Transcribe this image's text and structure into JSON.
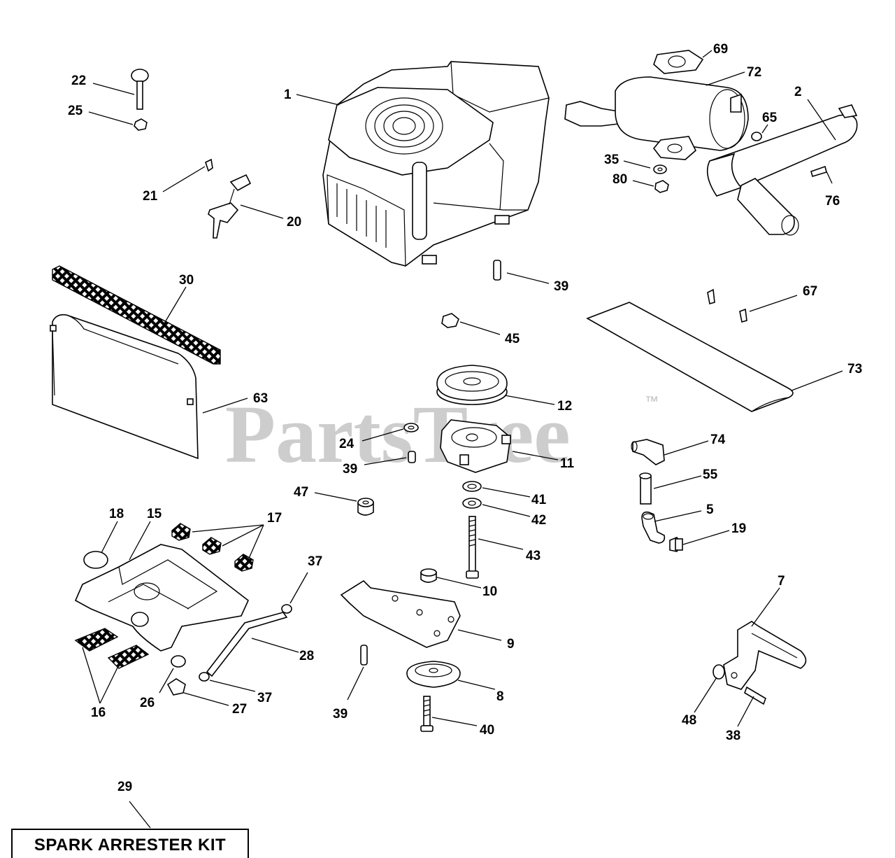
{
  "watermark": {
    "text": "PartsTree",
    "mark": "™"
  },
  "kit": {
    "label": "SPARK ARRESTER KIT"
  },
  "callouts": {
    "c1": "1",
    "c2": "2",
    "c5": "5",
    "c7": "7",
    "c8": "8",
    "c9": "9",
    "c10": "10",
    "c11": "11",
    "c12": "12",
    "c15": "15",
    "c16": "16",
    "c17": "17",
    "c18": "18",
    "c19": "19",
    "c20": "20",
    "c21": "21",
    "c22": "22",
    "c24": "24",
    "c25": "25",
    "c26": "26",
    "c27": "27",
    "c28": "28",
    "c29": "29",
    "c30": "30",
    "c35": "35",
    "c37a": "37",
    "c37b": "37",
    "c38": "38",
    "c39a": "39",
    "c39b": "39",
    "c39c": "39",
    "c40": "40",
    "c41": "41",
    "c42": "42",
    "c43": "43",
    "c45": "45",
    "c47": "47",
    "c48": "48",
    "c55": "55",
    "c63": "63",
    "c65": "65",
    "c67": "67",
    "c69": "69",
    "c72": "72",
    "c73": "73",
    "c74": "74",
    "c76": "76",
    "c80": "80"
  }
}
